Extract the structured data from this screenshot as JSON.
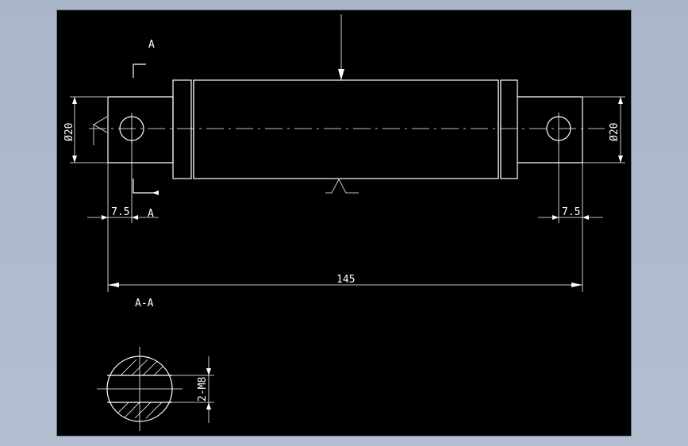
{
  "drawing": {
    "section_mark_top": "A",
    "section_mark_bottom": "A",
    "section_title": "A-A",
    "dim_dia_left": "Ø20",
    "dim_dia_right": "Ø20",
    "dim_offset_left": "7.5",
    "dim_offset_right": "7.5",
    "dim_length": "145",
    "dim_thread": "2-M8"
  },
  "colors": {
    "background": "#000000",
    "lines": "#ffffff",
    "frame": "#a9b6c9"
  }
}
